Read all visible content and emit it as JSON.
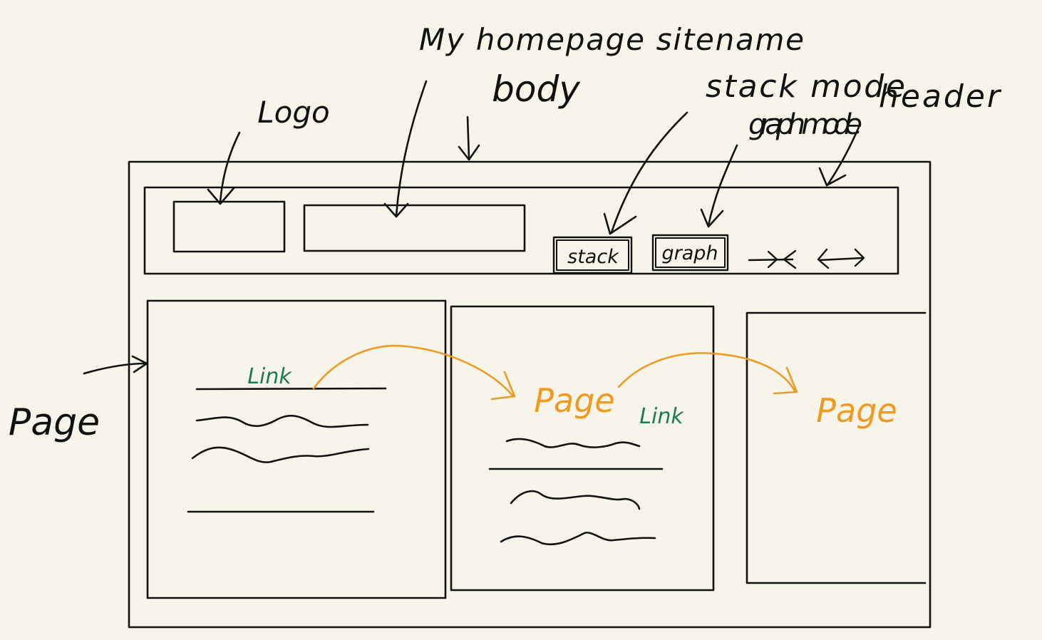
{
  "colors": {
    "ink": "#111111",
    "paper": "#f7f5ea",
    "link": "#1c7a55",
    "page": "#ef9a22"
  },
  "annotations": {
    "logo": "Logo",
    "sitename": "My homepage sitename",
    "body": "body",
    "stack_mode": "stack mode",
    "graph_mode": "graph mode",
    "header": "header",
    "page": "Page"
  },
  "header": {
    "stack_button": "stack",
    "graph_button": "graph",
    "collapse_icon": "collapse-arrows-icon",
    "expand_icon": "expand-arrows-icon"
  },
  "pages": [
    {
      "link_label": "Link",
      "page_title": ""
    },
    {
      "link_label": "Link",
      "page_title": "Page"
    },
    {
      "link_label": "",
      "page_title": "Page"
    }
  ]
}
